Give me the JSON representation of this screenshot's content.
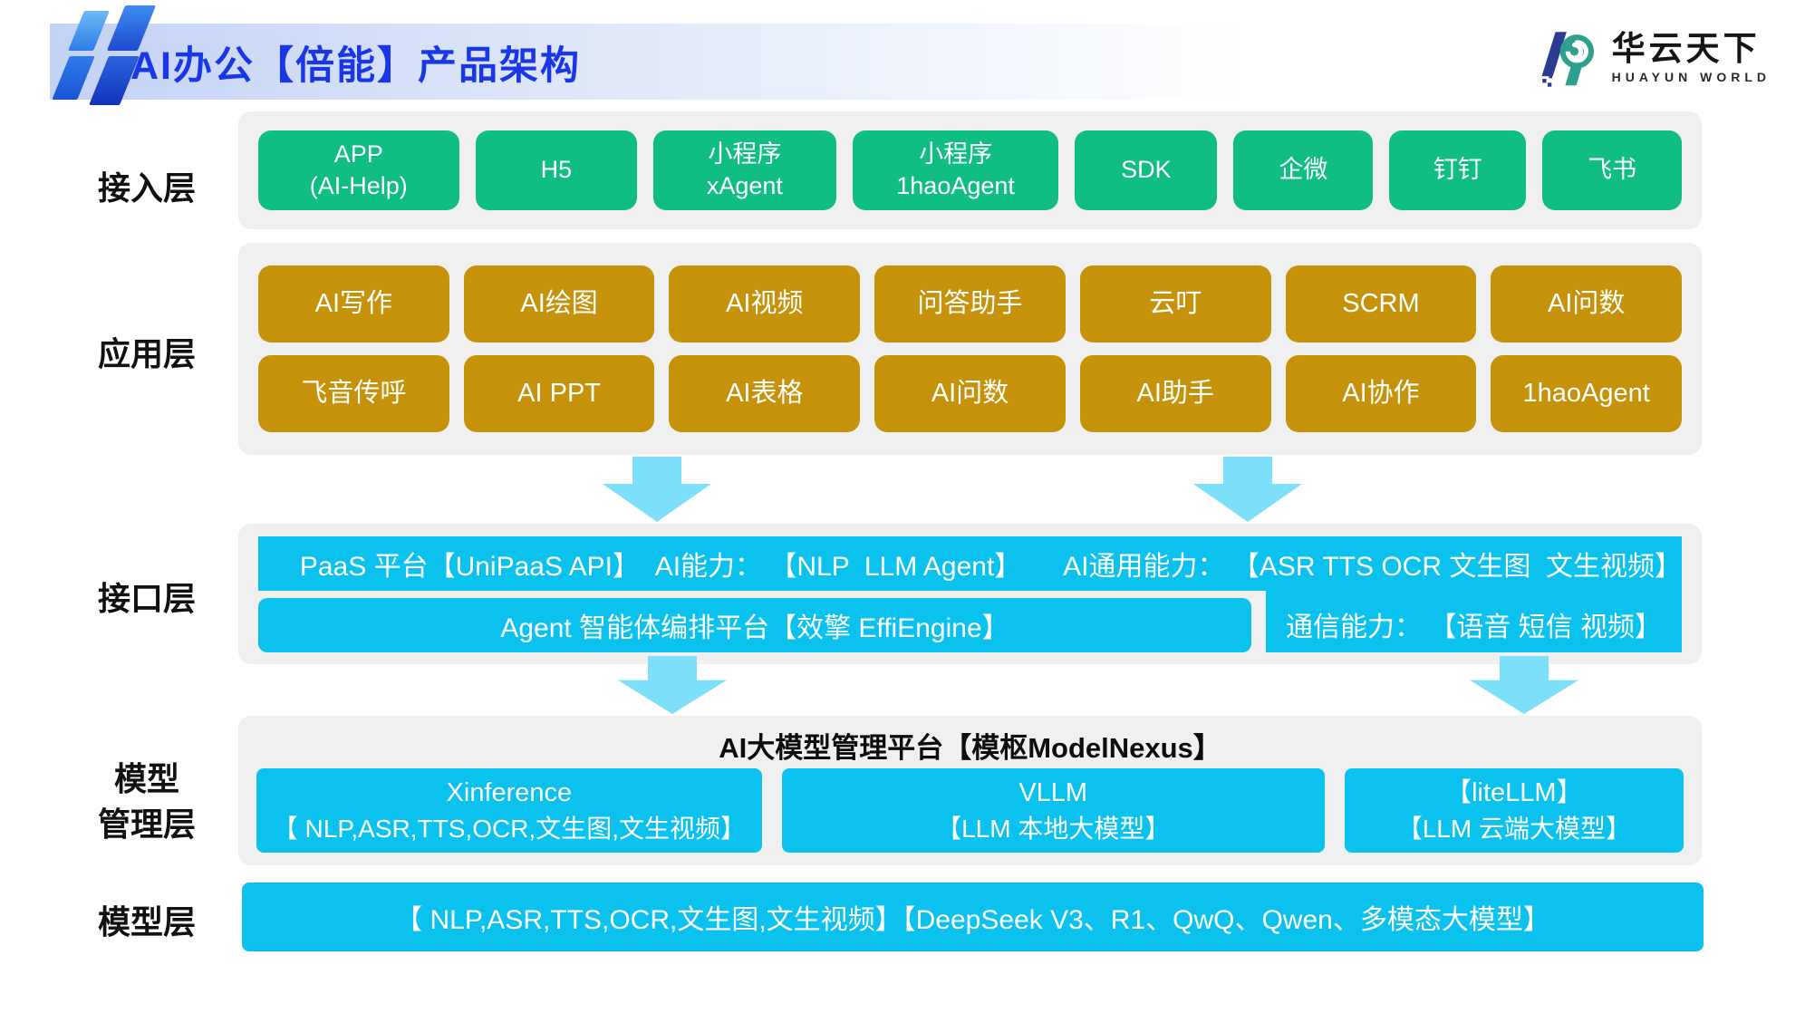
{
  "header": {
    "title": "AI办公【倍能】产品架构",
    "logo_cn": "华云天下",
    "logo_en": "HUAYUN WORLD"
  },
  "access": {
    "label": "接入层",
    "items": [
      "APP\n(AI-Help)",
      "H5",
      "小程序\nxAgent",
      "小程序\n1haoAgent",
      "SDK",
      "企微",
      "钉钉",
      "飞书"
    ]
  },
  "app": {
    "label": "应用层",
    "row1": [
      "AI写作",
      "AI绘图",
      "AI视频",
      "问答助手",
      "云叮",
      "SCRM",
      "AI问数"
    ],
    "row2": [
      "飞音传呼",
      "AI PPT",
      "AI表格",
      "AI问数",
      "AI助手",
      "AI协作",
      "1haoAgent"
    ]
  },
  "interface": {
    "label": "接口层",
    "paas": "PaaS 平台【UniPaaS API】  AI能力： 【NLP  LLM Agent】",
    "ai_general": "AI通用能力： 【ASR TTS OCR 文生图  文生视频】",
    "agent": "Agent 智能体编排平台【效擎 EffiEngine】",
    "comm": "通信能力： 【语音 短信 视频】"
  },
  "model_mgmt": {
    "label": "模型\n管理层",
    "title": "AI大模型管理平台【模枢ModelNexus】",
    "boxes": [
      {
        "line1": "Xinference",
        "line2": "【 NLP,ASR,TTS,OCR,文生图,文生视频】"
      },
      {
        "line1": "VLLM",
        "line2": "【LLM 本地大模型】"
      },
      {
        "line1": "【liteLLM】",
        "line2": "【LLM 云端大模型】"
      }
    ]
  },
  "model": {
    "label": "模型层",
    "text": "【 NLP,ASR,TTS,OCR,文生图,文生视频】【DeepSeek V3、R1、QwQ、Qwen、多模态大模型】"
  },
  "colors": {
    "green": "#0fbe80",
    "gold": "#c5920a",
    "cyan": "#0bc1ee",
    "arrow": "#7edffa",
    "title_blue": "#1937e6",
    "tray_gray": "#f0f0f0"
  }
}
